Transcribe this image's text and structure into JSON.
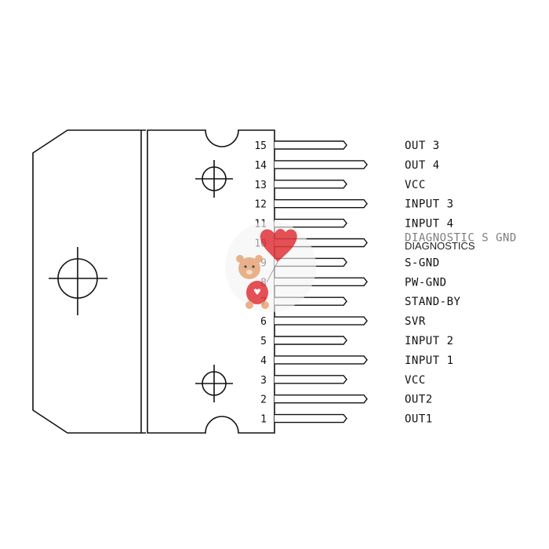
{
  "pins": [
    {
      "number": "15",
      "label": "OUT 3"
    },
    {
      "number": "14",
      "label": "OUT 4"
    },
    {
      "number": "13",
      "label": "VCC"
    },
    {
      "number": "12",
      "label": "INPUT 3"
    },
    {
      "number": "11",
      "label": "INPUT 4"
    },
    {
      "number": "10",
      "label": "DIAGNOSTIC S GND"
    },
    {
      "number": "9",
      "label": "S-GND"
    },
    {
      "number": "8",
      "label": "PW-GND"
    },
    {
      "number": "7",
      "label": "STAND-BY"
    },
    {
      "number": "6",
      "label": "SVR"
    },
    {
      "number": "5",
      "label": "INPUT 2"
    },
    {
      "number": "4",
      "label": "INPUT 1"
    },
    {
      "number": "3",
      "label": "VCC"
    },
    {
      "number": "2",
      "label": "OUT2"
    },
    {
      "number": "1",
      "label": "OUT1"
    }
  ],
  "overlay_note": "DIAGNOSTICS",
  "colors": {
    "line": "#111111",
    "background": "#ffffff",
    "sticker_heart": "#e0393e",
    "sticker_bear": "#e6a77a"
  }
}
